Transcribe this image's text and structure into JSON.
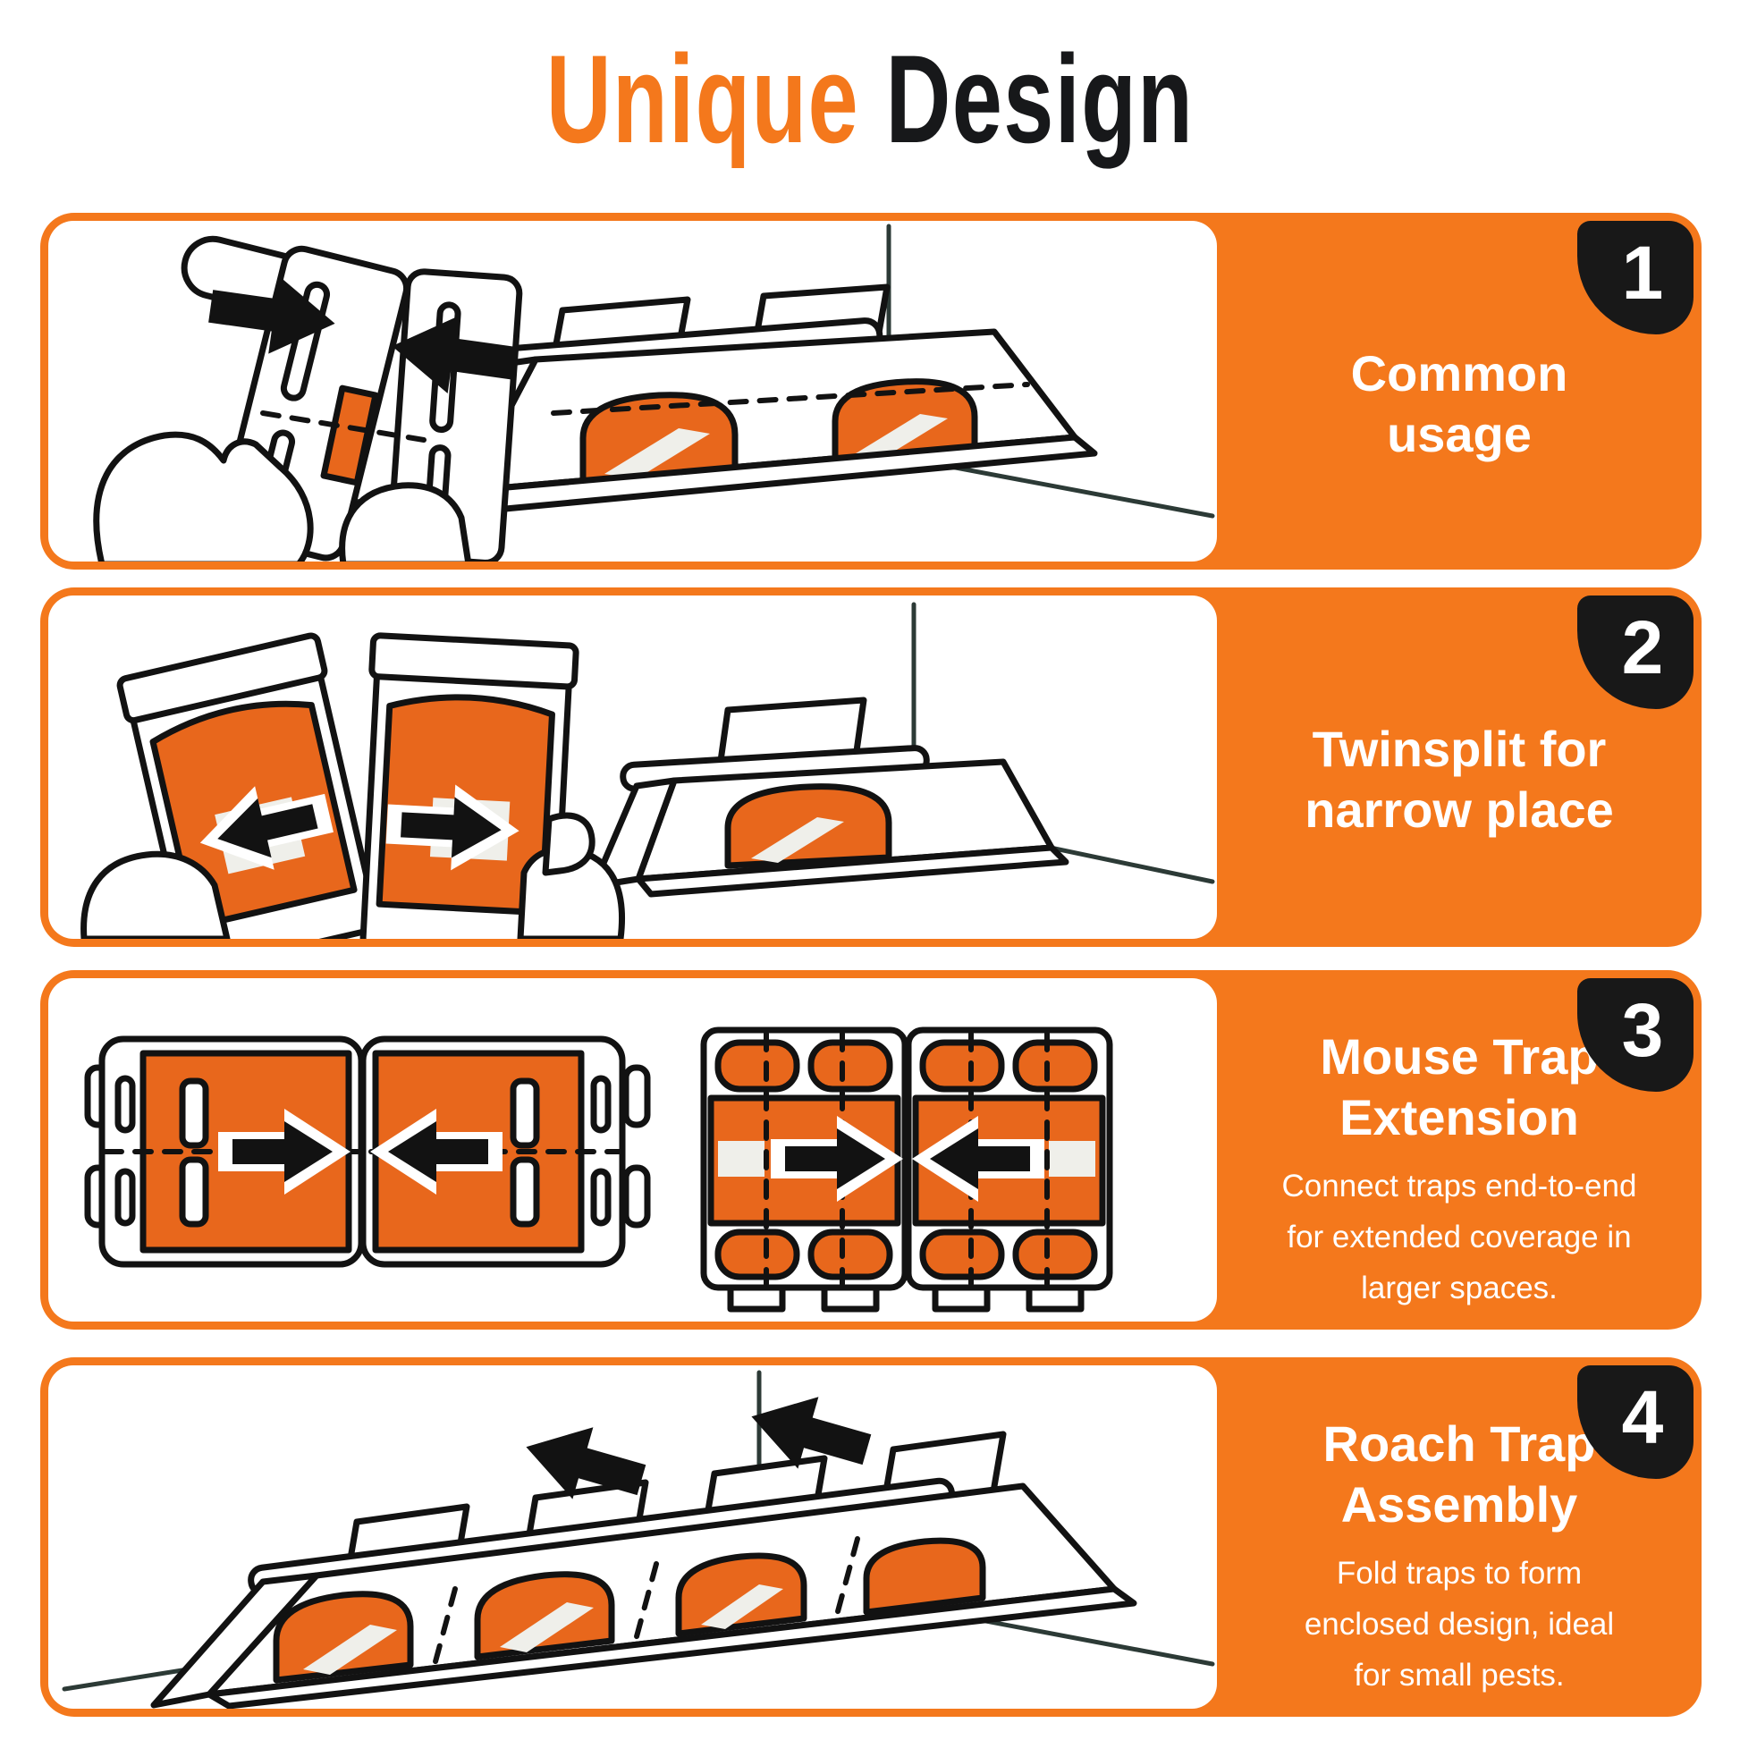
{
  "title": {
    "accent": "Unique",
    "rest": "Design"
  },
  "colors": {
    "orange": "#F4781C",
    "orange_deep": "#E8671C",
    "ink": "#121212",
    "badge": "#181818",
    "line": "#2C3A36",
    "strip": "#EFEFEA",
    "title_dark": "#17181A"
  },
  "sections": [
    {
      "number": "1",
      "title_lines": [
        "Common",
        "usage"
      ],
      "illustration": "hands-connecting-two-trap-halves-and-assembled-tent-trap-in-corner"
    },
    {
      "number": "2",
      "title_lines": [
        "Twinsplit for",
        "narrow place"
      ],
      "illustration": "hands-splitting-trap-into-two-and-half-trap-in-corner"
    },
    {
      "number": "3",
      "title_lines": [
        "Mouse Trap",
        "Extension"
      ],
      "desc_lines": [
        "Connect traps end-to-end",
        "for extended coverage in",
        "larger spaces."
      ],
      "illustration": "traps-connected-end-to-end-flat-and-upright-views"
    },
    {
      "number": "4",
      "title_lines": [
        "Roach Trap",
        "Assembly"
      ],
      "desc_lines": [
        "Fold traps to form",
        "enclosed design, ideal",
        "for small pests."
      ],
      "illustration": "long-folded-tent-trap-with-sections-sliding-together"
    }
  ]
}
